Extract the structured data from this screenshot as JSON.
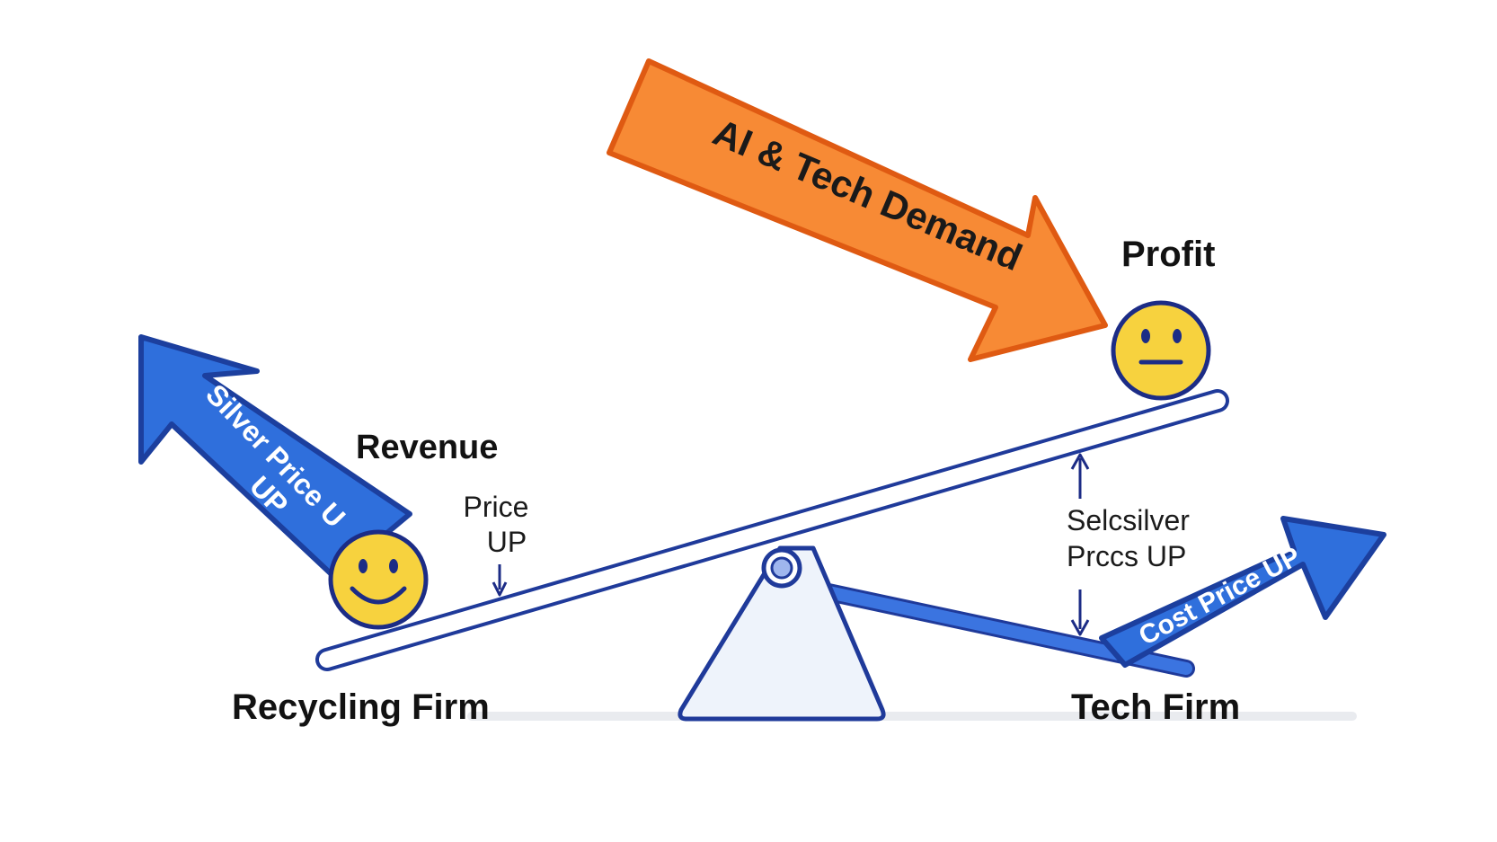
{
  "labels": {
    "profit": "Profit",
    "revenue": "Revenue",
    "price_up_line1": "Price",
    "price_up_line2": "UP",
    "recycling_firm": "Recycling Firm",
    "tech_firm": "Tech Firm",
    "selsilver_line1": "Selcsilver",
    "selsilver_line2": "Prccs UP"
  },
  "arrows": {
    "demand": "AI & Tech Demand",
    "silver_line1": "Silver Price U",
    "silver_line2": "UP",
    "cost": "Cost Price UP"
  },
  "faces": {
    "left": "happy-face-icon",
    "right": "neutral-face-icon"
  },
  "colors": {
    "blue_arrow": "#2f6fdc",
    "blue_outline": "#1c3f9e",
    "orange_arrow": "#f78a35",
    "orange_outline": "#df5a12",
    "face_yellow": "#f7d23e",
    "face_outline": "#1c2c86",
    "beam_outline": "#1f3a9a",
    "fulcrum_fill": "#eef3fb"
  }
}
